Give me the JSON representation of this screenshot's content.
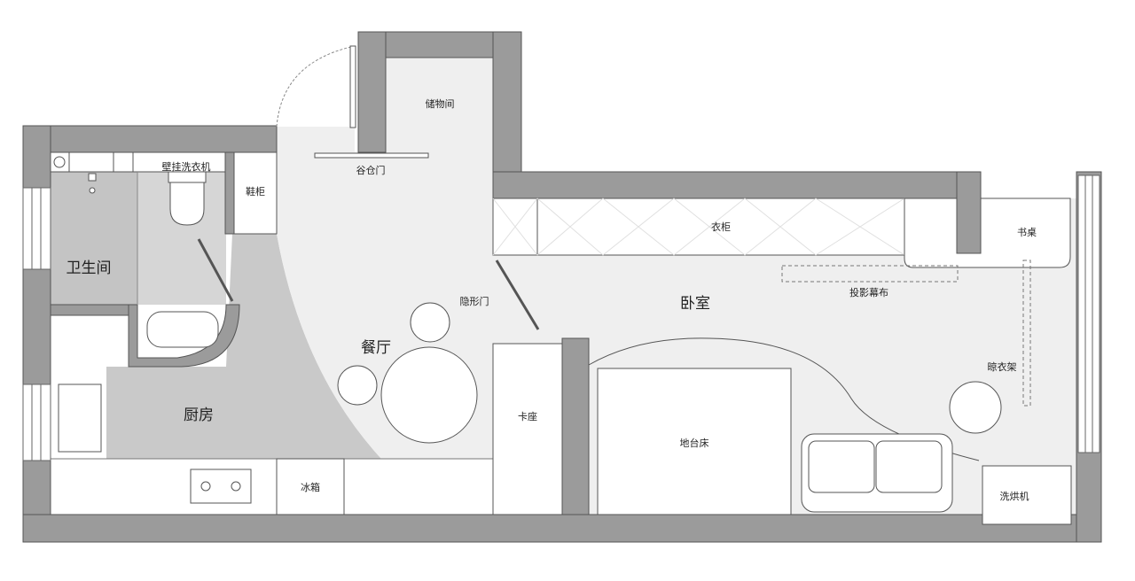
{
  "colors": {
    "wall": "#9b9b9b",
    "outline": "#555555",
    "floor_light": "#efefef",
    "floor_mid": "#cfcfcf",
    "floor_dark": "#c4c4c4",
    "fixture": "#ffffff",
    "dash": "#999999"
  },
  "rooms": {
    "bathroom": "卫生间",
    "kitchen": "厨房",
    "dining": "餐厅",
    "bedroom": "卧室"
  },
  "fixtures": {
    "storage": "储物间",
    "barn_door": "谷仓门",
    "washer_wall": "壁挂洗衣机",
    "shoe_cabinet": "鞋柜",
    "hidden_door": "隐形门",
    "wardrobe": "衣柜",
    "projector_screen": "投影幕布",
    "desk": "书桌",
    "drying_rack": "晾衣架",
    "booth_seat": "卡座",
    "platform_bed": "地台床",
    "fridge": "冰箱",
    "washer_dryer": "洗烘机"
  }
}
